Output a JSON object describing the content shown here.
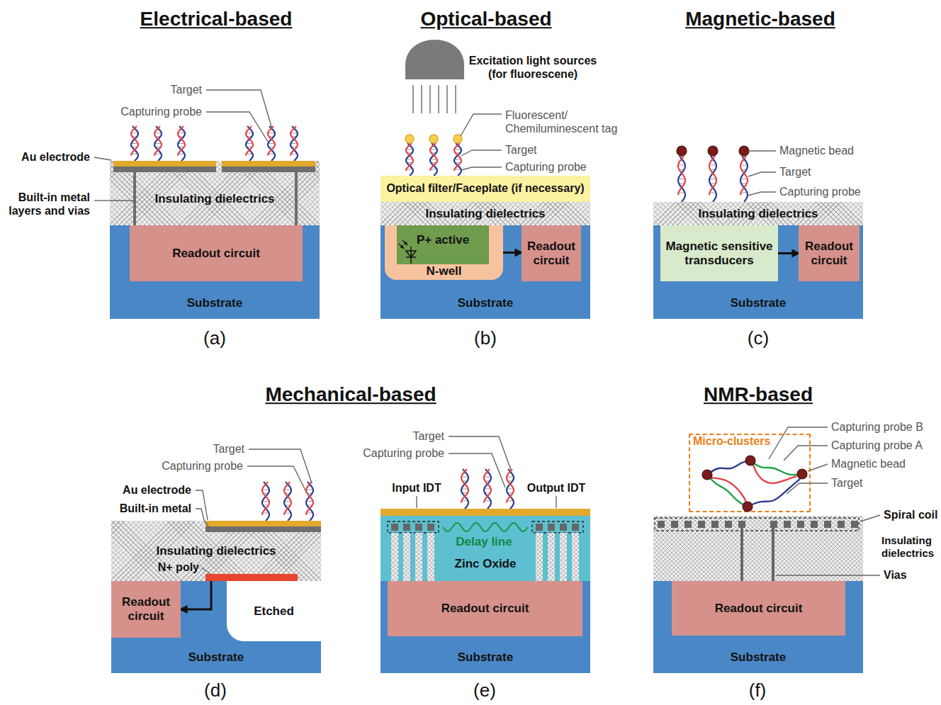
{
  "diagram": {
    "nodes": [
      {
        "text": [
          "Substrate"
        ]
      },
      {
        "text": [
          "Readout circuit"
        ],
        "in": 0
      },
      {
        "text": [
          "Insulating dielectrics"
        ]
      },
      {
        "text": [
          "Optical filter/Faceplate (if necessary)"
        ]
      },
      {
        "text": [
          "Insulating dielectrics"
        ]
      },
      {
        "text": [
          "Substrate"
        ]
      },
      {
        "text": [
          "N-well"
        ],
        "in": 5
      },
      {
        "text": [
          "P+ active"
        ],
        "in": 6
      },
      {
        "text": [
          "Readout circuit"
        ],
        "in": 5
      },
      {
        "text": [
          "Insulating dielectrics"
        ]
      },
      {
        "text": [
          "Substrate"
        ]
      },
      {
        "text": [
          "Magnetic sensitive transducers"
        ],
        "in": 10
      },
      {
        "text": [
          "Readout circuit"
        ],
        "in": 10
      },
      {
        "text": [
          "Insulating dielectrics"
        ]
      },
      {
        "text": [
          "Substrate"
        ]
      },
      {
        "text": [
          "Readout circuit"
        ],
        "in": 14
      },
      {
        "text": [
          "Etched"
        ],
        "in": 14
      },
      {
        "text": [
          "N+ poly"
        ]
      },
      {
        "text": [
          "Zinc Oxide"
        ]
      },
      {
        "text": [
          "Substrate"
        ]
      },
      {
        "text": [
          "Readout circuit"
        ],
        "in": 19
      },
      {
        "text": [
          "Micro-clusters"
        ]
      },
      {
        "text": [
          "Substrate"
        ]
      },
      {
        "text": [
          "Readout circuit"
        ],
        "in": 22
      }
    ],
    "edges": [
      {
        "from": 6,
        "to": 8,
        "arrow": "to"
      },
      {
        "from": 11,
        "to": 12,
        "arrow": "to"
      },
      {
        "from": 17,
        "to": 15,
        "arrow": "to"
      }
    ],
    "labels": [
      "Electrical-based",
      "Optical-based",
      "Magnetic-based",
      "Target",
      "Capturing probe",
      "Au electrode",
      "Built-in metal layers and vias",
      "Excitation light sources (for fluorescene)",
      "Fluorescent/ Chemiluminescent tag",
      "Target",
      "Capturing probe",
      "Magnetic bead",
      "Target",
      "Capturing probe",
      "(a)",
      "(b)",
      "(c)",
      "Mechanical-based",
      "NMR-based",
      "Target",
      "Capturing probe",
      "Au electrode",
      "Built-in metal",
      "Target",
      "Capturing probe",
      "Input IDT",
      "Output IDT",
      "Delay line",
      "Capturing probe B",
      "Capturing probe A",
      "Magnetic bead",
      "Target",
      "Spiral coil",
      "Insulating dielectrics",
      "Vias",
      "(d)",
      "(e)",
      "(f)"
    ]
  }
}
